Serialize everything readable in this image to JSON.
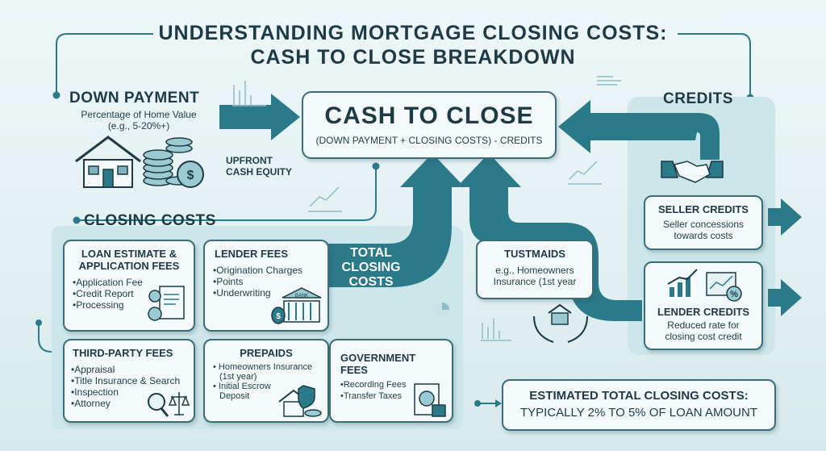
{
  "title": {
    "line1": "UNDERSTANDING MORTGAGE CLOSING COSTS:",
    "line2": "CASH TO CLOSE BREAKDOWN"
  },
  "down_payment": {
    "heading": "DOWN PAYMENT",
    "desc1": "Percentage of Home Value",
    "desc2": "(e.g., 5-20%+)",
    "note1": "UPFRONT",
    "note2": "CASH EQUITY"
  },
  "cash_to_close": {
    "heading": "CASH TO CLOSE",
    "formula": "(DOWN PAYMENT + CLOSING COSTS) - CREDITS"
  },
  "credits": {
    "heading": "CREDITS",
    "seller": {
      "title": "SELLER CREDITS",
      "line1": "Seller concessions",
      "line2": "towards costs"
    },
    "lender": {
      "title": "LENDER CREDITS",
      "line1": "Reduced rate for",
      "line2": "closing cost credit"
    }
  },
  "closing_costs": {
    "heading": "CLOSING COSTS",
    "total": {
      "line1": "TOTAL",
      "line2": "CLOSING",
      "line3": "COSTS"
    },
    "loan_estimate": {
      "title1": "LOAN ESTIMATE &",
      "title2": "APPLICATION FEES",
      "items": [
        "Application Fee",
        "Credit Report",
        "Processing"
      ]
    },
    "lender_fees": {
      "title": "LENDER FEES",
      "items": [
        "Origination Charges",
        "Points",
        "Underwriting"
      ],
      "bank_label": "BANK"
    },
    "third_party": {
      "title": "THIRD-PARTY FEES",
      "items": [
        "Appraisal",
        "Title Insurance & Search",
        "Inspection",
        "Attorney"
      ]
    },
    "prepaids": {
      "title": "PREPAIDS",
      "item1a": "Homeowners Insurance",
      "item1b": "(1st year)",
      "item2a": "Initial Escrow",
      "item2b": "Deposit"
    },
    "government": {
      "title1": "GOVERNMENT",
      "title2": "FEES",
      "items": [
        "Recording Fees",
        "Transfer Taxes"
      ]
    },
    "tustmaids": {
      "title": "TUSTMAIDS",
      "line1": "e.g., Homeowners",
      "line2": "Insurance (1st year"
    }
  },
  "estimate": {
    "line1": "ESTIMATED TOTAL CLOSING COSTS:",
    "line2": "TYPICALLY 2% TO 5% OF LOAN AMOUNT"
  },
  "colors": {
    "teal_dark": "#2b7a8a",
    "navy": "#1d3a45",
    "panel": "#c9e4e8",
    "box_bg": "#f4fafb"
  }
}
